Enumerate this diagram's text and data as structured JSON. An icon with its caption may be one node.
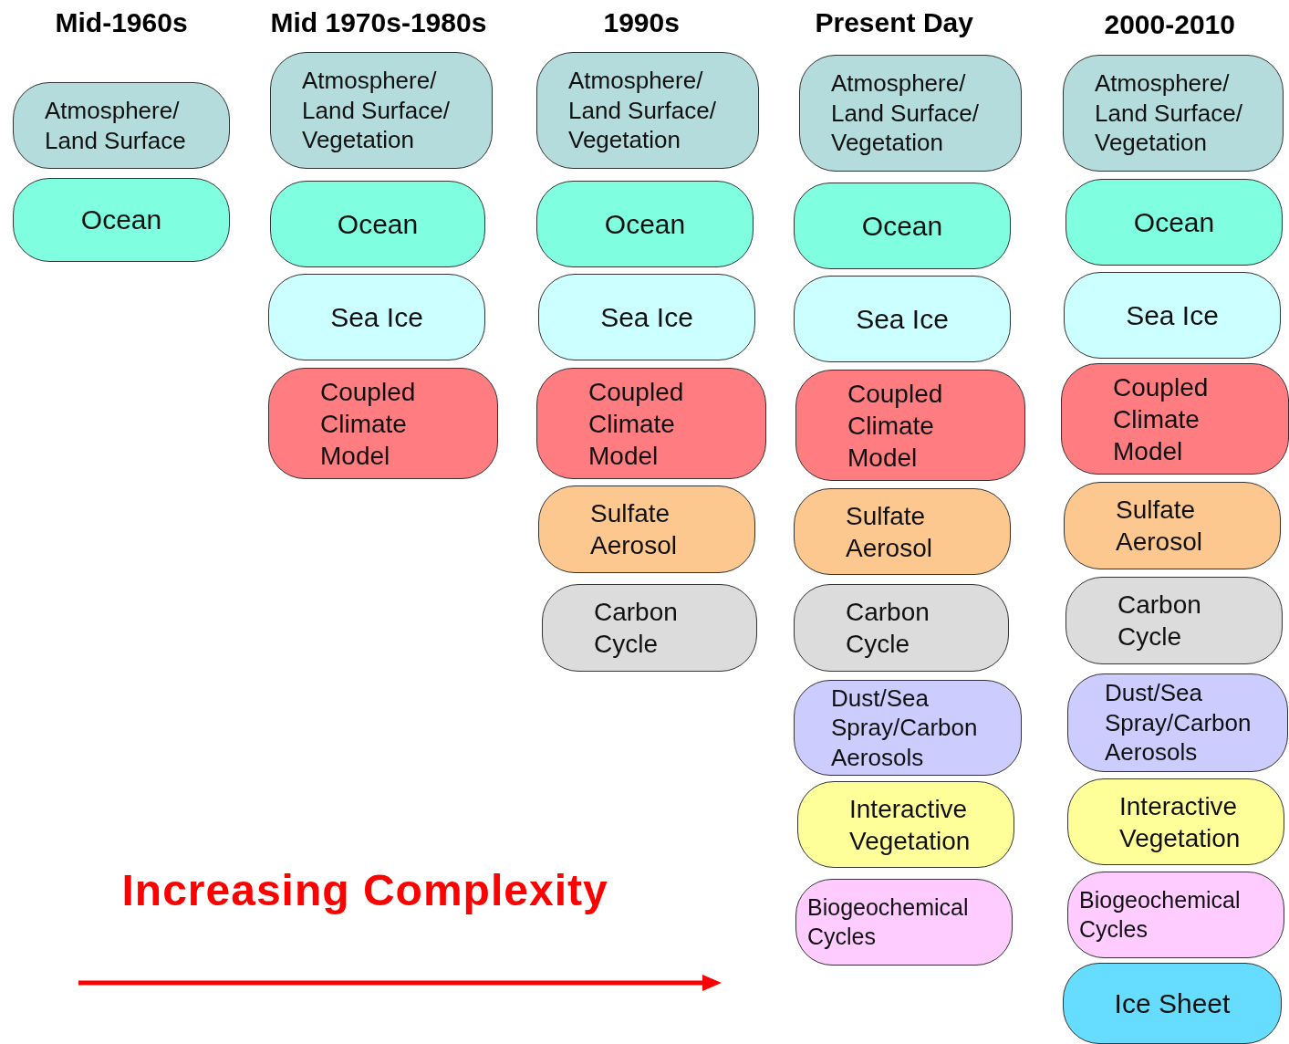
{
  "diagram": {
    "nodes": [
      {
        "text": [
          "Atmosphere/ Land Surface"
        ]
      },
      {
        "text": [
          "Ocean"
        ]
      },
      {
        "text": [
          "Atmosphere/ Land Surface/ Vegetation"
        ]
      },
      {
        "text": [
          "Ocean"
        ]
      },
      {
        "text": [
          "Sea Ice"
        ]
      },
      {
        "text": [
          "Coupled Climate Model"
        ]
      },
      {
        "text": [
          "Atmosphere/ Land Surface/ Vegetation"
        ]
      },
      {
        "text": [
          "Ocean"
        ]
      },
      {
        "text": [
          "Sea Ice"
        ]
      },
      {
        "text": [
          "Coupled Climate Model"
        ]
      },
      {
        "text": [
          "Sulfate Aerosol"
        ]
      },
      {
        "text": [
          "Carbon Cycle"
        ]
      },
      {
        "text": [
          "Atmosphere/ Land Surface/ Vegetation"
        ]
      },
      {
        "text": [
          "Ocean"
        ]
      },
      {
        "text": [
          "Sea Ice"
        ]
      },
      {
        "text": [
          "Coupled Climate Model"
        ]
      },
      {
        "text": [
          "Sulfate Aerosol"
        ]
      },
      {
        "text": [
          "Carbon Cycle"
        ]
      },
      {
        "text": [
          "Dust/Sea Spray/Carbon Aerosols"
        ]
      },
      {
        "text": [
          "Interactive Vegetation"
        ]
      },
      {
        "text": [
          "Biogeochemical Cycles"
        ]
      },
      {
        "text": [
          "Atmosphere/ Land Surface/ Vegetation"
        ]
      },
      {
        "text": [
          "Ocean"
        ]
      },
      {
        "text": [
          "Sea Ice"
        ]
      },
      {
        "text": [
          "Coupled Climate Model"
        ]
      },
      {
        "text": [
          "Sulfate Aerosol"
        ]
      },
      {
        "text": [
          "Carbon Cycle"
        ]
      },
      {
        "text": [
          "Dust/Sea Spray/Carbon Aerosols"
        ]
      },
      {
        "text": [
          "Interactive Vegetation"
        ]
      },
      {
        "text": [
          "Biogeochemical Cycles"
        ]
      },
      {
        "text": [
          "Ice Sheet"
        ]
      }
    ],
    "edges": [],
    "labels": [
      "Mid-1960s",
      "Mid 1970s-1980s",
      "1990s",
      "Present Day",
      "2000-2010",
      "Increasing Complexity"
    ]
  }
}
